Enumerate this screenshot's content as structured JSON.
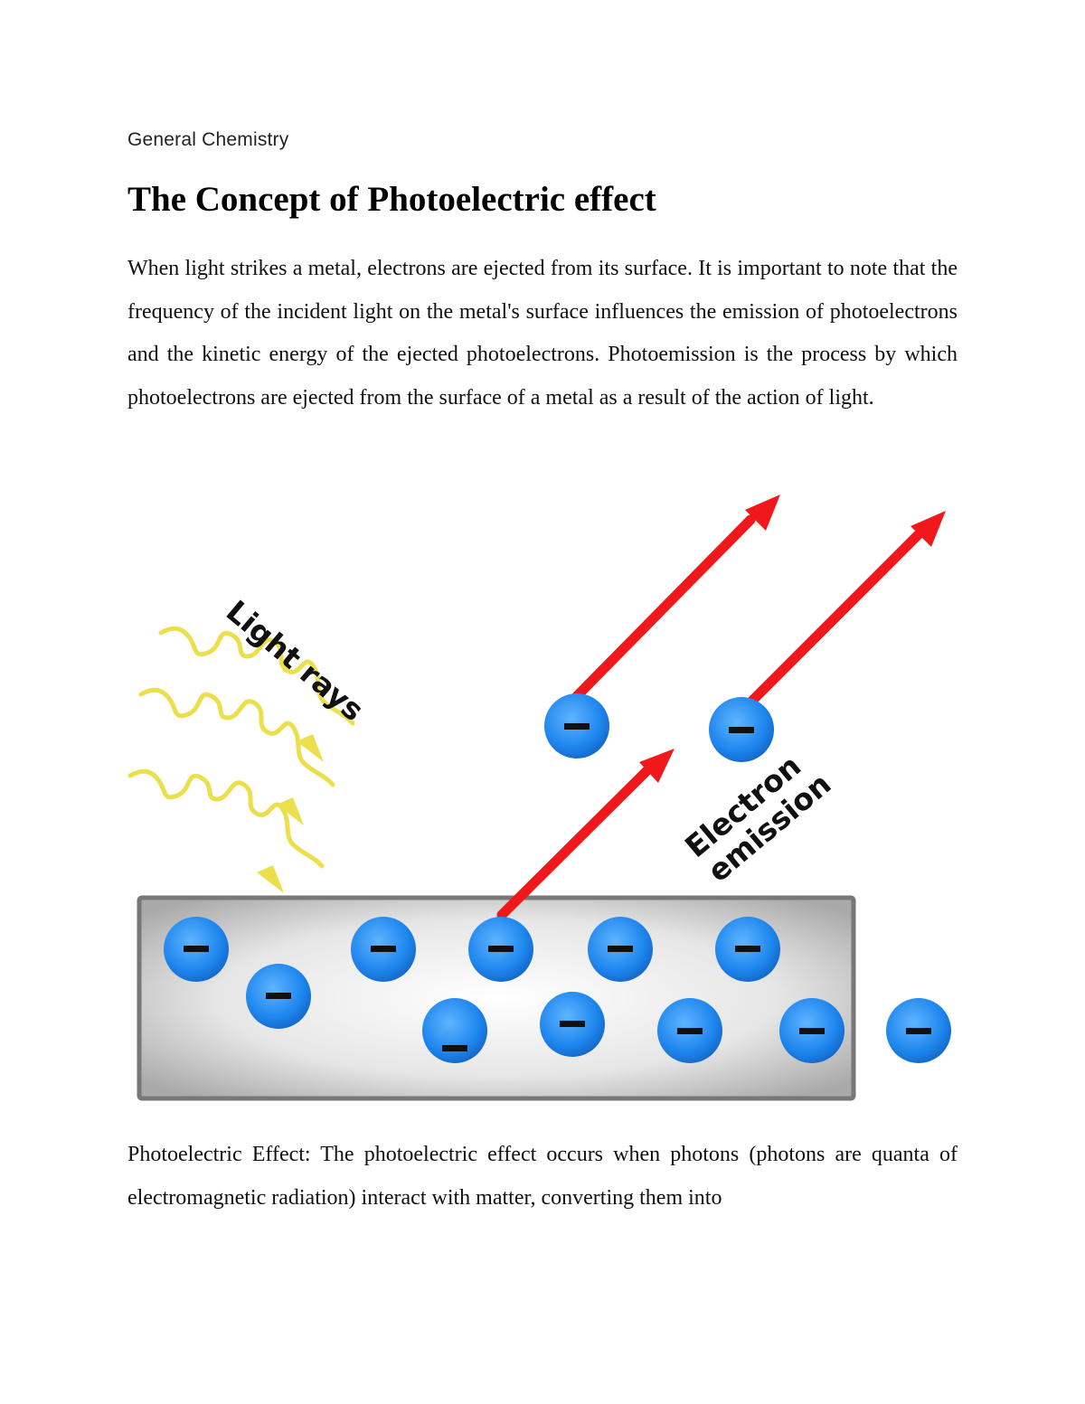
{
  "document": {
    "header": "General Chemistry",
    "title": "The Concept of Photoelectric effect",
    "paragraph_1": "When light strikes a metal, electrons are ejected from its surface. It is important to note that the frequency of the incident light on the metal's surface influences the emission of photoelectrons and the kinetic energy of the ejected photoelectrons. Photoemission is the process by which photoelectrons are ejected from the surface of a metal as a result of the action of light.",
    "paragraph_2": "Photoelectric Effect: The photoelectric effect occurs when photons (photons are quanta of electromagnetic radiation) interact with matter, converting them into"
  },
  "figure": {
    "light_label": "Light rays",
    "emission_label_line1": "Electron",
    "emission_label_line2": "emission",
    "electron_charge_symbol": "−",
    "colors": {
      "light_ray": "#ebdf4c",
      "emission_arrow": "#f0181b",
      "electron": "#1e86ee",
      "metal_border": "#777777"
    }
  }
}
